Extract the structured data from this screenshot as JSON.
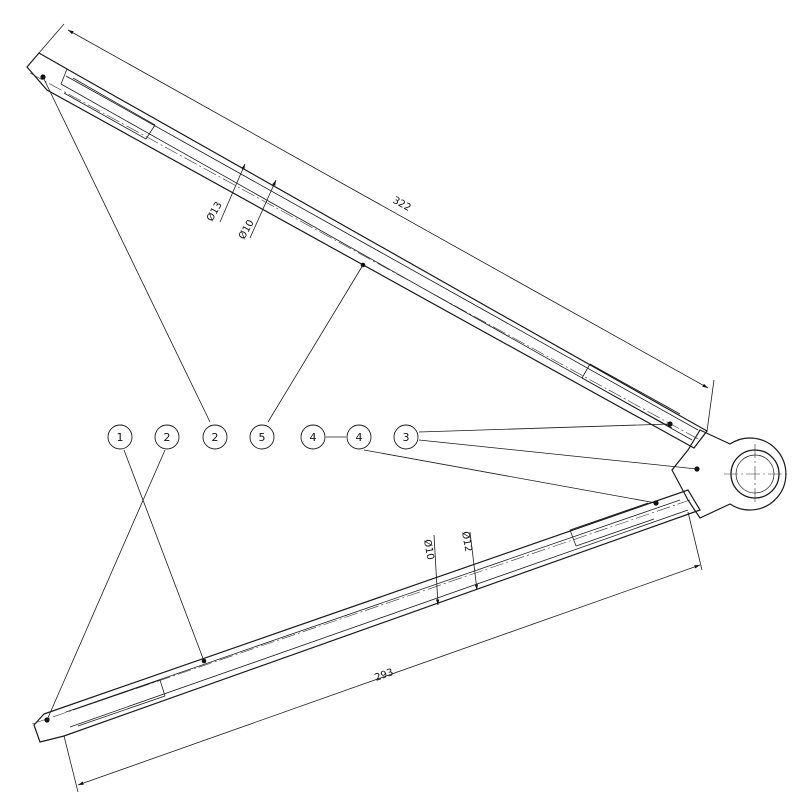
{
  "dimensions": {
    "upper_length": "322",
    "lower_length": "293",
    "upper_outer_diameter": "Ø13",
    "upper_inner_diameter": "Ø10",
    "lower_inner_diameter": "Ø10",
    "lower_outer_diameter": "Ø12"
  },
  "balloons": [
    "1",
    "2",
    "2",
    "5",
    "4",
    "4",
    "3"
  ]
}
